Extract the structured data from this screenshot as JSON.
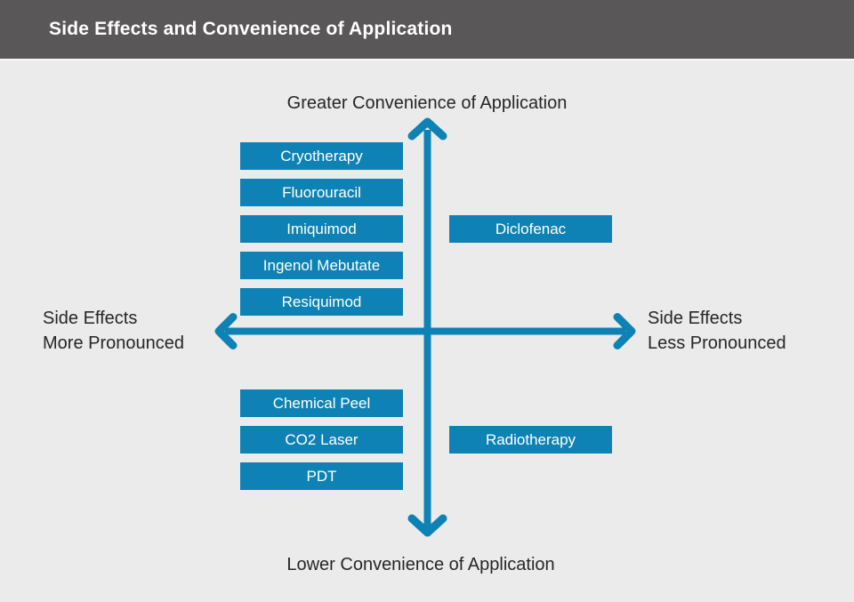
{
  "header": {
    "title": "Side Effects and Convenience of Application"
  },
  "axes": {
    "top_label": "Greater Convenience of Application",
    "bottom_label": "Lower Convenience of Application",
    "left_label_line1": "Side Effects",
    "left_label_line2": "More Pronounced",
    "right_label_line1": "Side Effects",
    "right_label_line2": "Less Pronounced"
  },
  "quadrants": {
    "top_left": {
      "items": [
        "Cryotherapy",
        "Fluorouracil",
        "Imiquimod",
        "Ingenol Mebutate",
        "Resiquimod"
      ]
    },
    "top_right": {
      "items": [
        "Diclofenac"
      ]
    },
    "bottom_left": {
      "items": [
        "Chemical Peel",
        "CO2 Laser",
        "PDT"
      ]
    },
    "bottom_right": {
      "items": [
        "Radiotherapy"
      ]
    }
  },
  "colors": {
    "accent": "#0E82B4",
    "header_bg": "#595757",
    "header_text": "#FFFFFF",
    "background": "#EBEBEB",
    "separator": "#F8F8F8",
    "label_text": "#262626",
    "box_text": "#FFFFFF"
  }
}
